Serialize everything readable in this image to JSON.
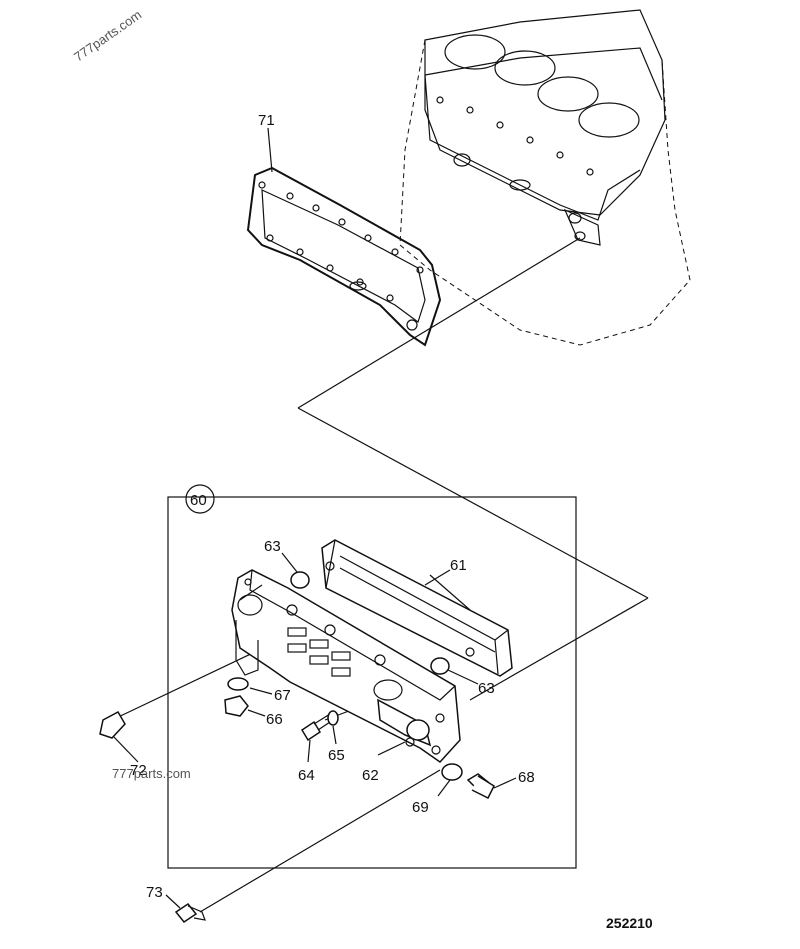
{
  "watermarks": [
    "777parts.com",
    "777parts.com"
  ],
  "reference_number": "252210",
  "callouts": {
    "c60": "60",
    "c61": "61",
    "c62": "62",
    "c63a": "63",
    "c63b": "63",
    "c64": "64",
    "c65": "65",
    "c66": "66",
    "c67": "67",
    "c68": "68",
    "c69": "69",
    "c71": "71",
    "c72": "72",
    "c73": "73"
  }
}
